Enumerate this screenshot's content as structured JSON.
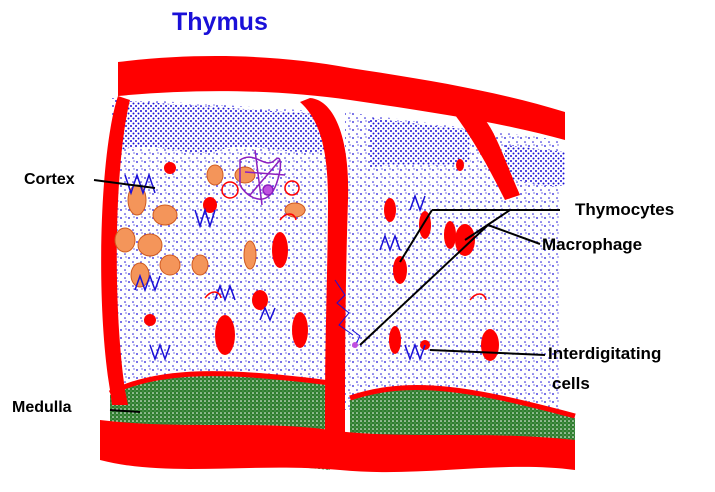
{
  "title": "Thymus",
  "labels": {
    "cortex": "Cortex",
    "medulla": "Medulla",
    "thymocytes": "Thymocytes",
    "macrophage": "Macrophage",
    "interdigitating_line1": "Interdigitating",
    "interdigitating_line2": "cells"
  },
  "colors": {
    "title": "#1a10d8",
    "capsule_septa": "#ff0000",
    "cortex_dots": "#1a10d8",
    "medulla": "#2e7d2e",
    "macrophage": "#f4955a",
    "labels": "#000000"
  }
}
